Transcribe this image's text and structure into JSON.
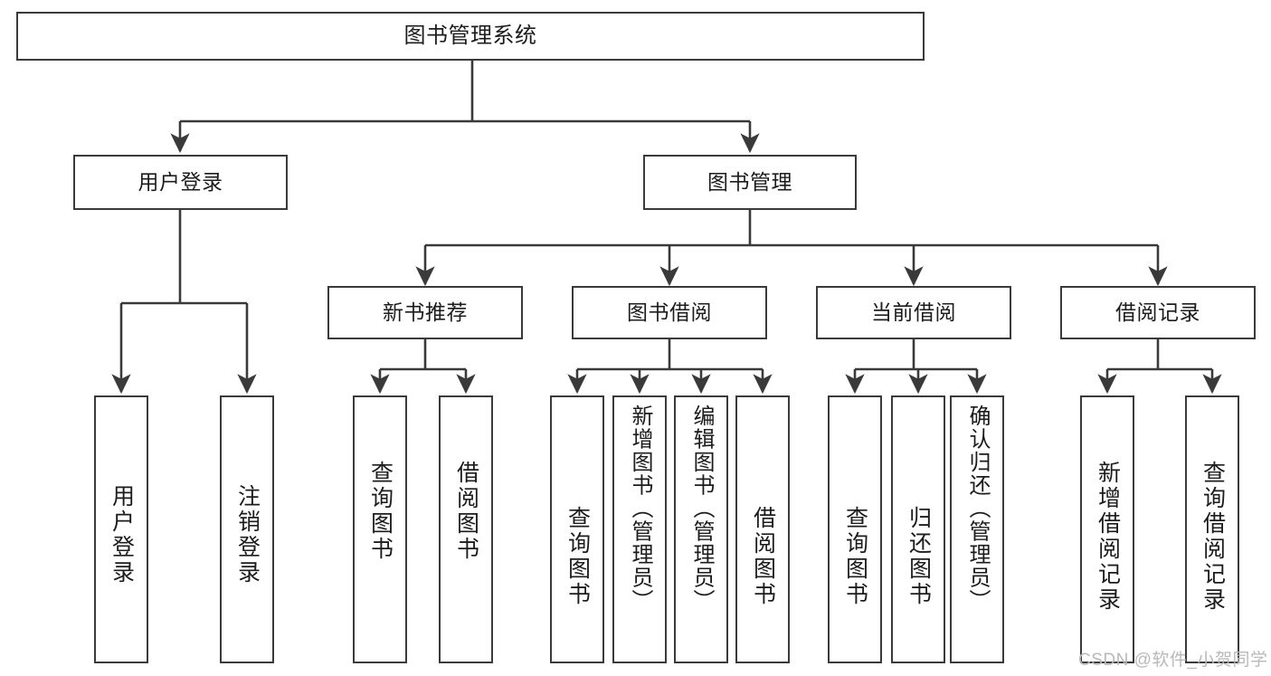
{
  "diagram": {
    "title": "图书管理系统",
    "type": "functional-structure-tree",
    "watermark": "CSDN @软件_小贺同学",
    "colors": {
      "box_stroke": "#3a3a3a",
      "edge_stroke": "#3a3a3a",
      "background": "#ffffff",
      "text": "#1c1c1c",
      "watermark": "#b9b9b9"
    },
    "root": {
      "label": "图书管理系统"
    },
    "level2": [
      {
        "label": "用户登录"
      },
      {
        "label": "图书管理"
      }
    ],
    "level3": [
      {
        "label": "新书推荐"
      },
      {
        "label": "图书借阅"
      },
      {
        "label": "当前借阅"
      },
      {
        "label": "借阅记录"
      }
    ],
    "leaves": {
      "user_login": [
        {
          "label": "用户登录"
        },
        {
          "label": "注销登录"
        }
      ],
      "new_book_recommend": [
        {
          "label": "查询图书"
        },
        {
          "label": "借阅图书"
        }
      ],
      "book_borrow": [
        {
          "label": "查询图书"
        },
        {
          "label": "新增图书（管理员）"
        },
        {
          "label": "编辑图书（管理员）"
        },
        {
          "label": "借阅图书"
        }
      ],
      "current_borrow": [
        {
          "label": "查询图书"
        },
        {
          "label": "归还图书"
        },
        {
          "label": "确认归还（管理员）"
        }
      ],
      "borrow_record": [
        {
          "label": "新增借阅记录"
        },
        {
          "label": "查询借阅记录"
        }
      ]
    }
  }
}
